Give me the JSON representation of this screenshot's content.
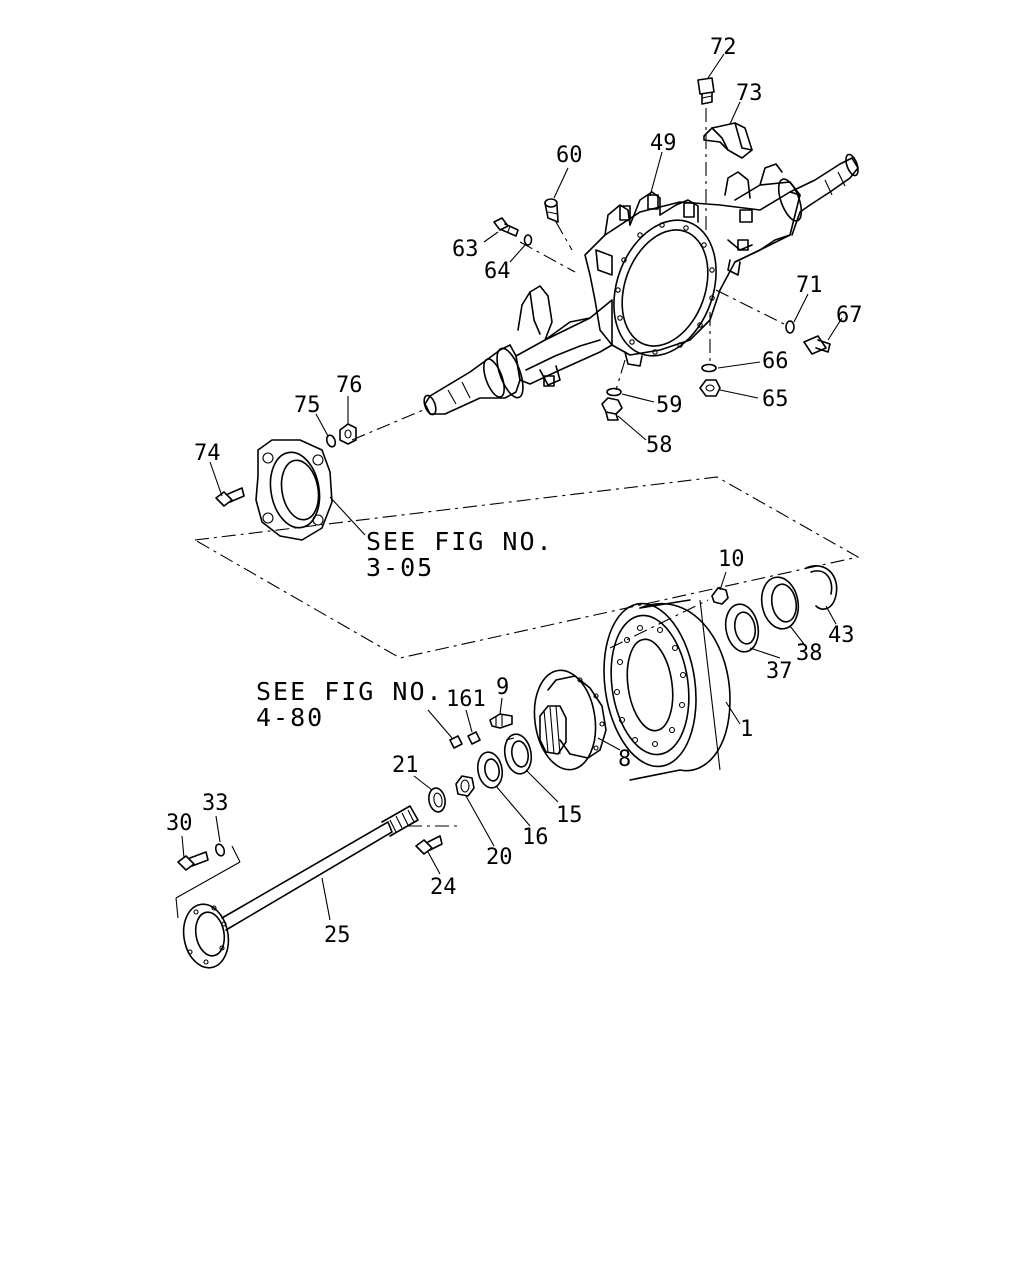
{
  "labels": {
    "l1": "1",
    "l8": "8",
    "l9": "9",
    "l10": "10",
    "l15": "15",
    "l16": "16",
    "l20": "20",
    "l21": "21",
    "l24": "24",
    "l25": "25",
    "l30": "30",
    "l33": "33",
    "l37": "37",
    "l38": "38",
    "l43": "43",
    "l49": "49",
    "l58": "58",
    "l59": "59",
    "l60": "60",
    "l63": "63",
    "l64": "64",
    "l65": "65",
    "l66": "66",
    "l67": "67",
    "l71": "71",
    "l72": "72",
    "l73": "73",
    "l74": "74",
    "l75": "75",
    "l76": "76",
    "l161": "161"
  },
  "refs": {
    "ref1_line1": "SEE FIG NO.",
    "ref1_line2": "3-05",
    "ref2_line1": "SEE FIG NO.",
    "ref2_line2": "4-80"
  }
}
